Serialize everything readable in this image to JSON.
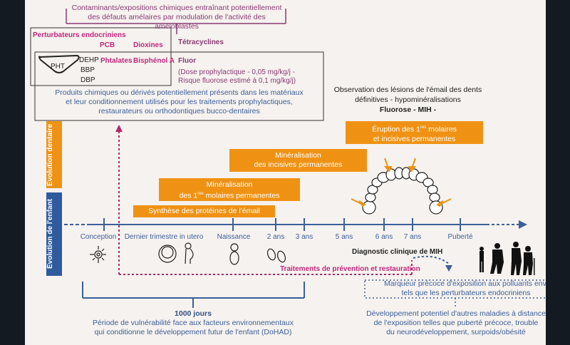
{
  "contaminants_header": {
    "line1": "Contaminants/expositions chimiques entraînant potentiellement",
    "line2": "des défauts amélaires par modulation de l'activité des améloblastes"
  },
  "endocrine": {
    "title": "Perturbateurs endocriniens",
    "pcb": "PCB",
    "dioxines": "Dioxines",
    "pht": "PHT",
    "pht_items": [
      "DEHP",
      "BBP",
      "DBP"
    ],
    "phtalates": "Phtalates",
    "bisphenol": "Bisphénol A"
  },
  "tetracyclines": "Tétracyclines",
  "fluor": {
    "title": "Fluor",
    "line1": "(Dose prophylactique - 0,05 mg/kg/j -",
    "line2": "Risque fluorose estimé à 0,1 mg/kg/j)"
  },
  "products_text": {
    "line1": "Produits chimiques ou dérivés potentiellement présents dans les matériaux",
    "line2": "et leur conditionnement utilisés pour les traitements prophylactiques,",
    "line3": "restaurateurs ou orthodontiques bucco-dentaires"
  },
  "observation": {
    "line1": "Observation des lésions de l'émail des dents",
    "line2": "définitives - hypominéralisations",
    "line3": "Fluorose - MIH -"
  },
  "side_labels": {
    "dental": "Évolution dentaire",
    "child": "Évolution de l'enfant"
  },
  "dental_bars": [
    {
      "line1": "Synthèse des protéines de l'émail",
      "line2": ""
    },
    {
      "line1": "Minéralisation",
      "line2_pre": "des 1",
      "line2_sup": "res",
      "line2_post": " molaires permanentes"
    },
    {
      "line1": "Minéralisation",
      "line2": "des incisives permanentes"
    },
    {
      "line1_pre": "Éruption des 1",
      "line1_sup": "res",
      "line1_post": " molaires",
      "line2": "et incisives permanentes"
    }
  ],
  "timeline": {
    "ticks": [
      "Conception",
      "Dernier trimestre in utero",
      "Naissance",
      "2 ans",
      "3 ans",
      "5 ans",
      "6 ans",
      "7 ans",
      "Puberté"
    ]
  },
  "diagnostic": "Diagnostic clinique de MIH",
  "treatments": "Traitements de prévention et restauration",
  "marker": {
    "line1": "Marqueur précoce d'exposition aux polluants env.",
    "line2": "tels que les perturbateurs endocriniens"
  },
  "thousand_days": {
    "title": "1000 jours",
    "line1": "Période de vulnérabilité face aux facteurs environnementaux",
    "line2": "qui conditionne le développement futur de l'enfant (DoHAD)"
  },
  "development": {
    "line1": "Développement potentiel d'autres maladies à distance",
    "line2": "de l'exposition telles que puberté précoce, trouble",
    "line3": "du neurodéveloppement, surpoids/obésité"
  },
  "colors": {
    "orange": "#ef9214",
    "blue": "#3b5f9a",
    "magenta": "#c0287a",
    "plum": "#8a3a74",
    "background": "#f6f2ef",
    "frame": "#131a21"
  }
}
